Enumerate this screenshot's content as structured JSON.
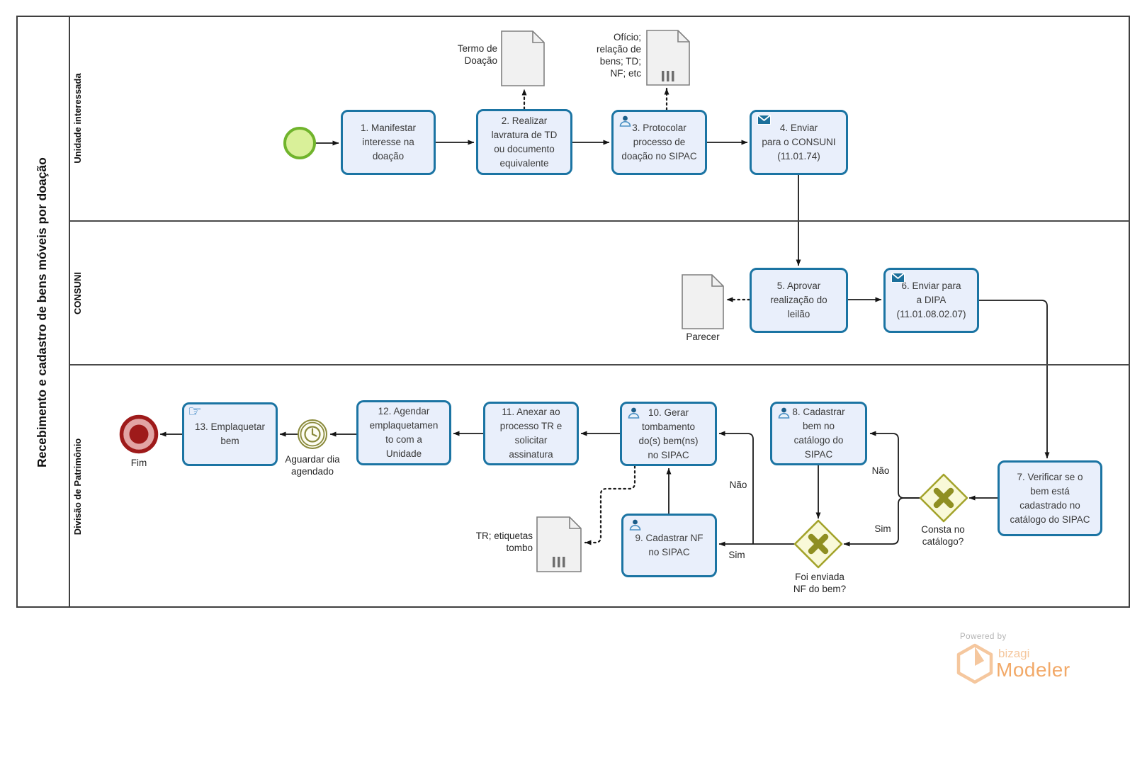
{
  "pool": {
    "title": "Recebimento e cadastro de bens móveis por doação"
  },
  "lanes": [
    {
      "label": "Unidade interessada"
    },
    {
      "label": "CONSUNI"
    },
    {
      "label": "Divisão de Patrimônio"
    }
  ],
  "tasks": [
    {
      "id": "1",
      "label": "1. Manifestar\ninteresse na\ndoação",
      "icon": "none"
    },
    {
      "id": "2",
      "label": "2. Realizar\nlavratura de TD\nou documento\nequivalente",
      "icon": "none"
    },
    {
      "id": "3",
      "label": "3. Protocolar\nprocesso de\ndoação no SIPAC",
      "icon": "user"
    },
    {
      "id": "4",
      "label": "4. Enviar\npara o CONSUNI\n(11.01.74)",
      "icon": "send"
    },
    {
      "id": "5",
      "label": "5. Aprovar\nrealização do\nleilão",
      "icon": "none"
    },
    {
      "id": "6",
      "label": "6. Enviar para\na DIPA\n(11.01.08.02.07)",
      "icon": "send"
    },
    {
      "id": "7",
      "label": "7. Verificar se o\nbem está\ncadastrado no\ncatálogo do SIPAC",
      "icon": "none"
    },
    {
      "id": "8",
      "label": "8. Cadastrar\nbem no\ncatálogo do\nSIPAC",
      "icon": "user"
    },
    {
      "id": "9",
      "label": "9. Cadastrar NF\nno SIPAC",
      "icon": "user"
    },
    {
      "id": "10",
      "label": "10. Gerar\ntombamento\ndo(s) bem(ns)\nno SIPAC",
      "icon": "user"
    },
    {
      "id": "11",
      "label": "11. Anexar ao\nprocesso TR e\nsolicitar\nassinatura",
      "icon": "none"
    },
    {
      "id": "12",
      "label": "12. Agendar\nemplaquetamen\nto com a\nUnidade",
      "icon": "none"
    },
    {
      "id": "13",
      "label": "13. Emplaquetar\nbem",
      "icon": "manual"
    }
  ],
  "events": {
    "start": {
      "label": ""
    },
    "timer": {
      "label": "Aguardar dia\nagendado"
    },
    "end": {
      "label": "Fim"
    }
  },
  "gateways": [
    {
      "label": "Consta no\ncatálogo?"
    },
    {
      "label": "Foi enviada\nNF do bem?"
    }
  ],
  "documents": [
    {
      "label": "Termo de\nDoação",
      "multi": false
    },
    {
      "label": "Ofício;\nrelação de\nbens; TD;\nNF; etc",
      "multi": true
    },
    {
      "label": "Parecer",
      "multi": false
    },
    {
      "label": "TR; etiquetas\ntombo",
      "multi": true
    }
  ],
  "edge_labels": {
    "gw1_nao": "Não",
    "gw1_sim": "Sim",
    "gw2_nao": "Não",
    "gw2_sim": "Sim"
  },
  "branding": {
    "powered_by": "Powered by",
    "brand": "bizagi",
    "product": "Modeler"
  },
  "colors": {
    "task_fill": "#e9effb",
    "task_border": "#1b74a3",
    "gateway_fill": "#f9f9d8",
    "gateway_border": "#a3a32b",
    "gateway_marker": "#8f8f22",
    "start_fill": "#d9f099",
    "start_border": "#70b42c",
    "end_color": "#9e1a1a",
    "end_ring": "#e2a4a4",
    "timer_color": "#8a8a3c",
    "document_fill": "#f1f1f1",
    "document_border": "#808080",
    "flow_color": "#1a1a1a",
    "brand_orange": "#f2a968",
    "brand_light_orange": "#f5c79e"
  }
}
